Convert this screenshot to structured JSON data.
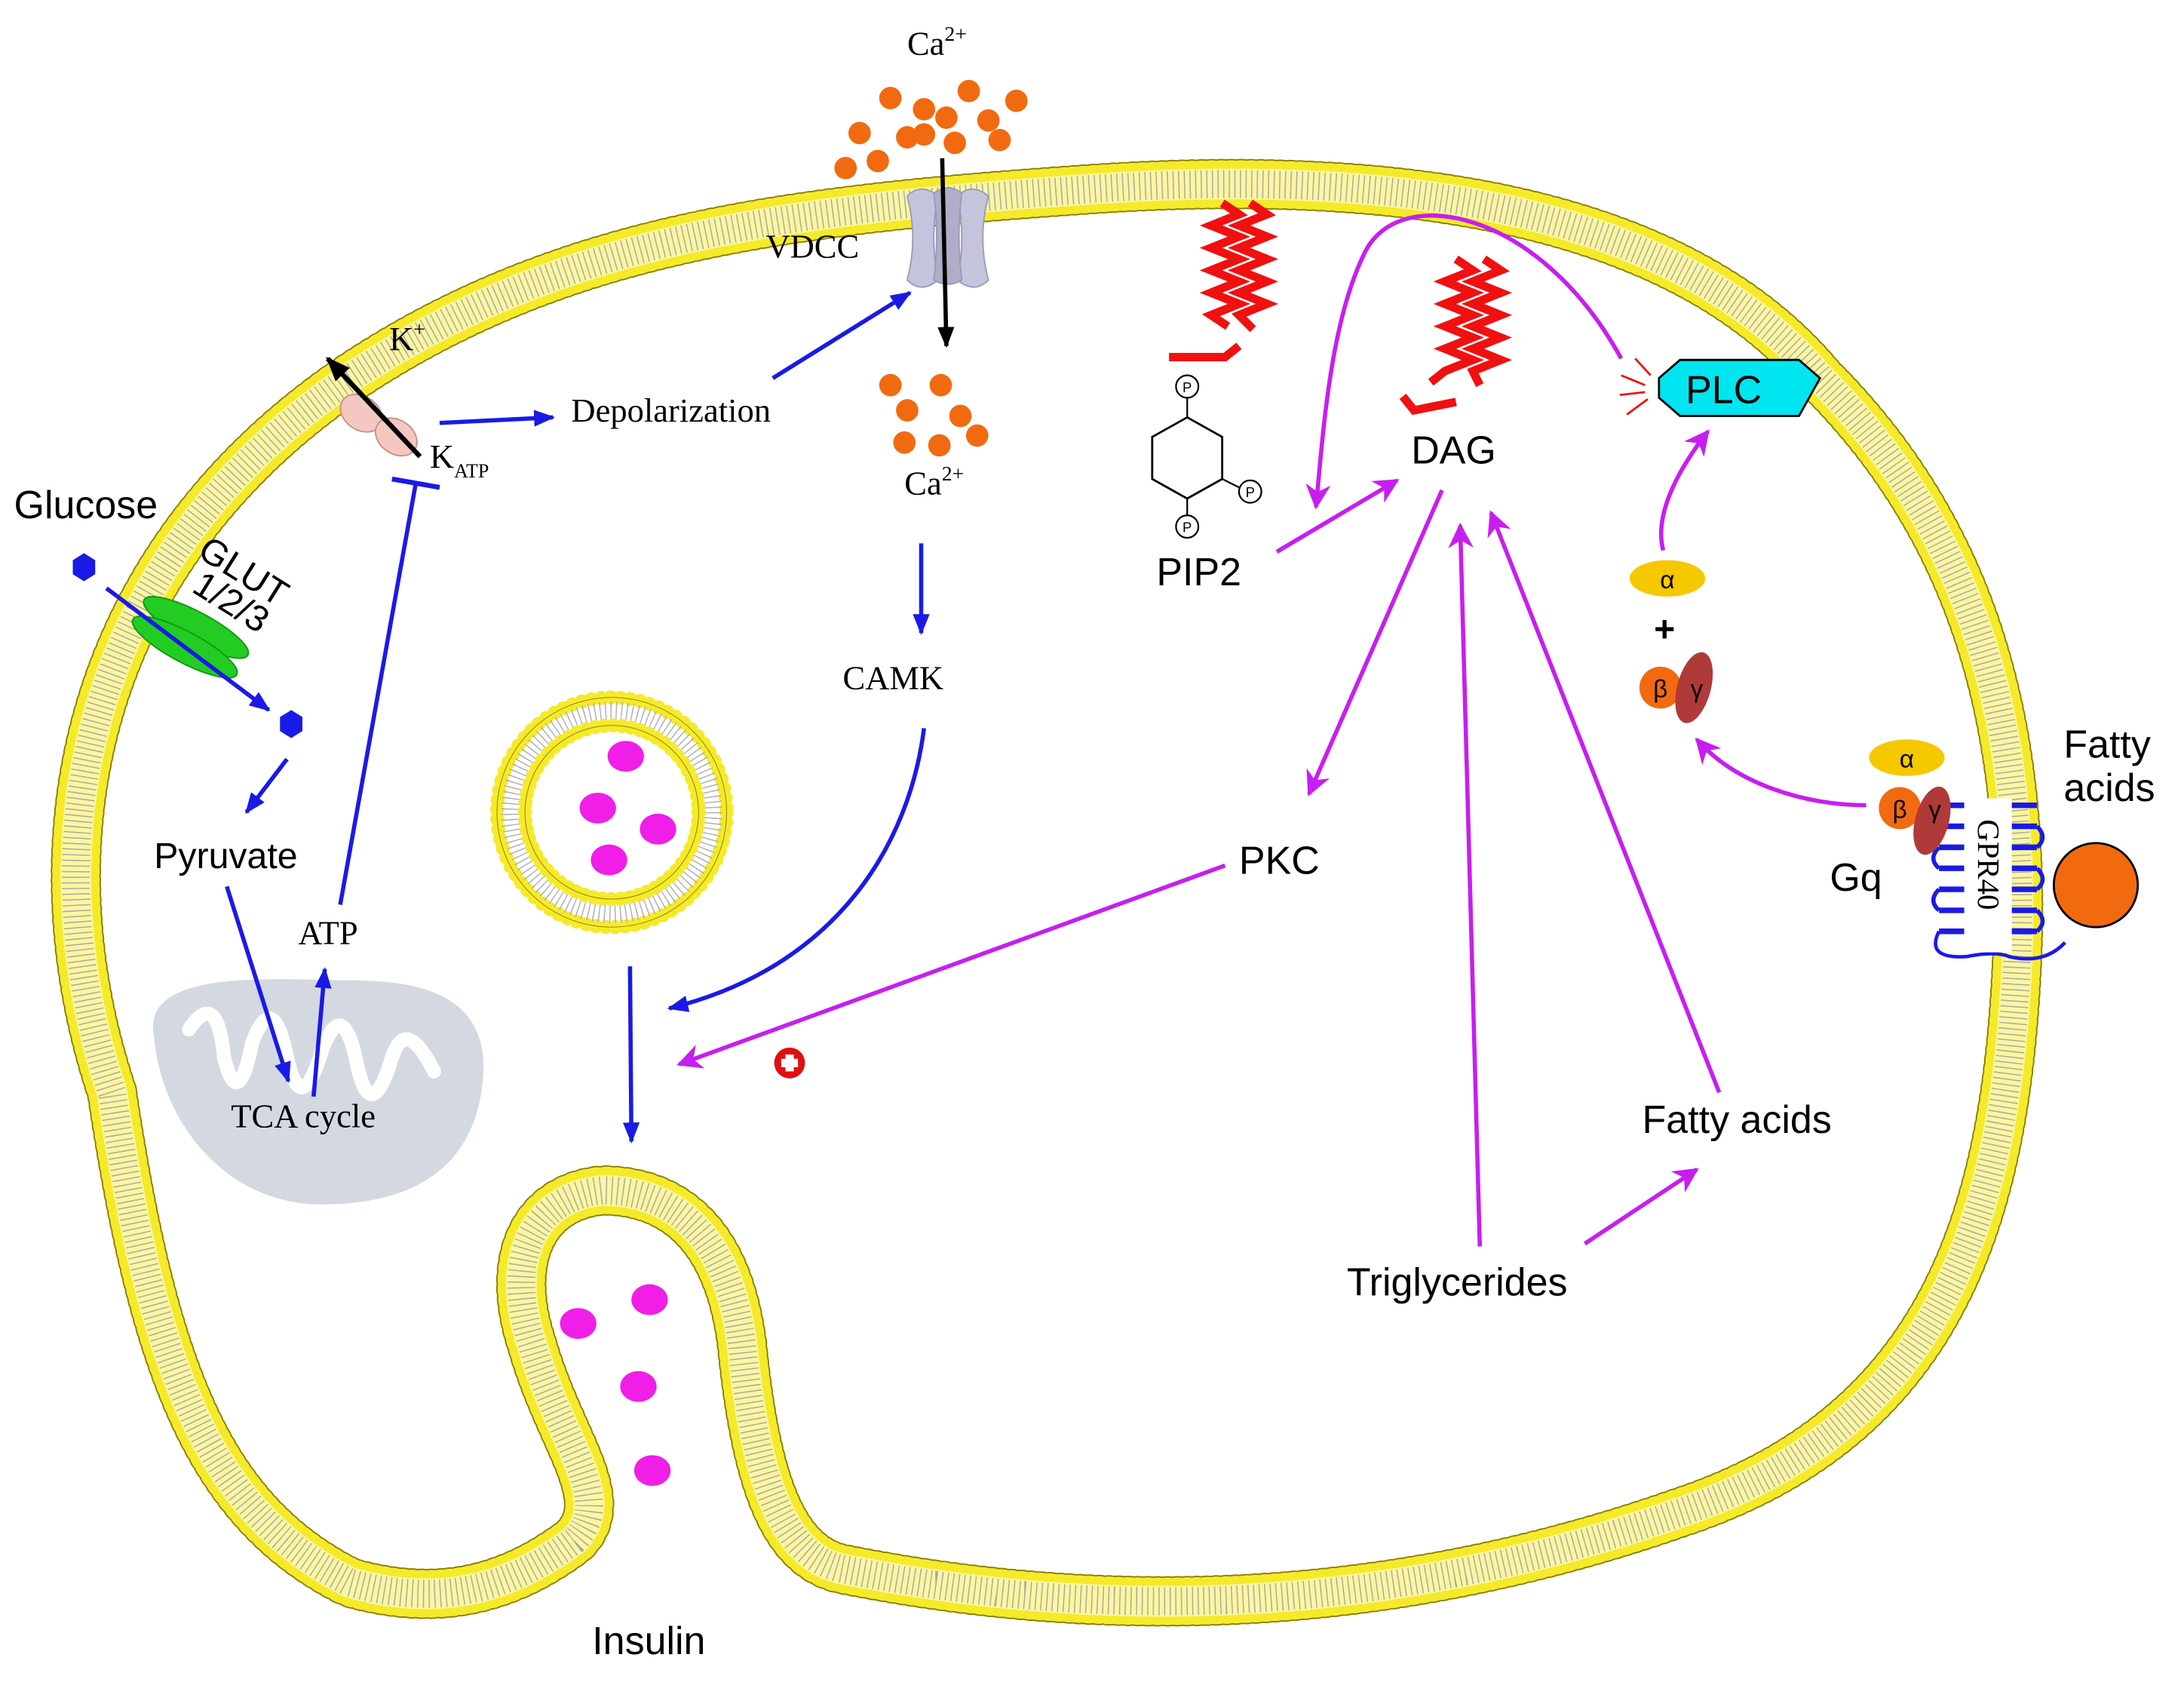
{
  "labels": {
    "glucose": "Glucose",
    "glut_line1": "GLUT",
    "glut_line2": "1/2/3",
    "pyruvate": "Pyruvate",
    "tca_cycle": "TCA cycle",
    "atp": "ATP",
    "k_plus_base": "K",
    "k_plus_sup": "+",
    "katp_base": "K",
    "katp_sub": "ATP",
    "depolarization": "Depolarization",
    "vdcc": "VDCC",
    "ca_top_base": "Ca",
    "ca_top_sup": "2+",
    "ca_inner_base": "Ca",
    "ca_inner_sup": "2+",
    "camk": "CAMK",
    "pip2": "PIP2",
    "dag": "DAG",
    "plc": "PLC",
    "pkc": "PKC",
    "alpha": "α",
    "beta": "β",
    "gamma": "γ",
    "plus": "+",
    "gq": "Gq",
    "gpr40": "GPR40",
    "fatty_acids_outside_line1": "Fatty",
    "fatty_acids_outside_line2": "acids",
    "fatty_acids_inside": "Fatty acids",
    "triglycerides": "Triglycerides",
    "insulin": "Insulin",
    "phosphate": "P"
  },
  "colors": {
    "membrane_head": "#f5ea2a",
    "membrane_head_stroke": "#8a7d00",
    "tail": "#b0b0b0",
    "blue_arrow": "#1a1ae6",
    "purple_arrow": "#c71ef0",
    "calcium": "#f26a10",
    "insulin_granule": "#f01ee6",
    "glut": "#22cc22",
    "katp": "#f4c8c0",
    "vdcc": "#c4c4dc",
    "plc": "#00e5f0",
    "alpha": "#f5c800",
    "beta": "#f26a10",
    "gamma": "#b03a3a",
    "gpr40": "#1a1ae6",
    "fatty_acid_ball": "#f26a10",
    "mitochondria": "#d4d8e0",
    "dag_red": "#f01010",
    "plus_red": "#e01010"
  }
}
